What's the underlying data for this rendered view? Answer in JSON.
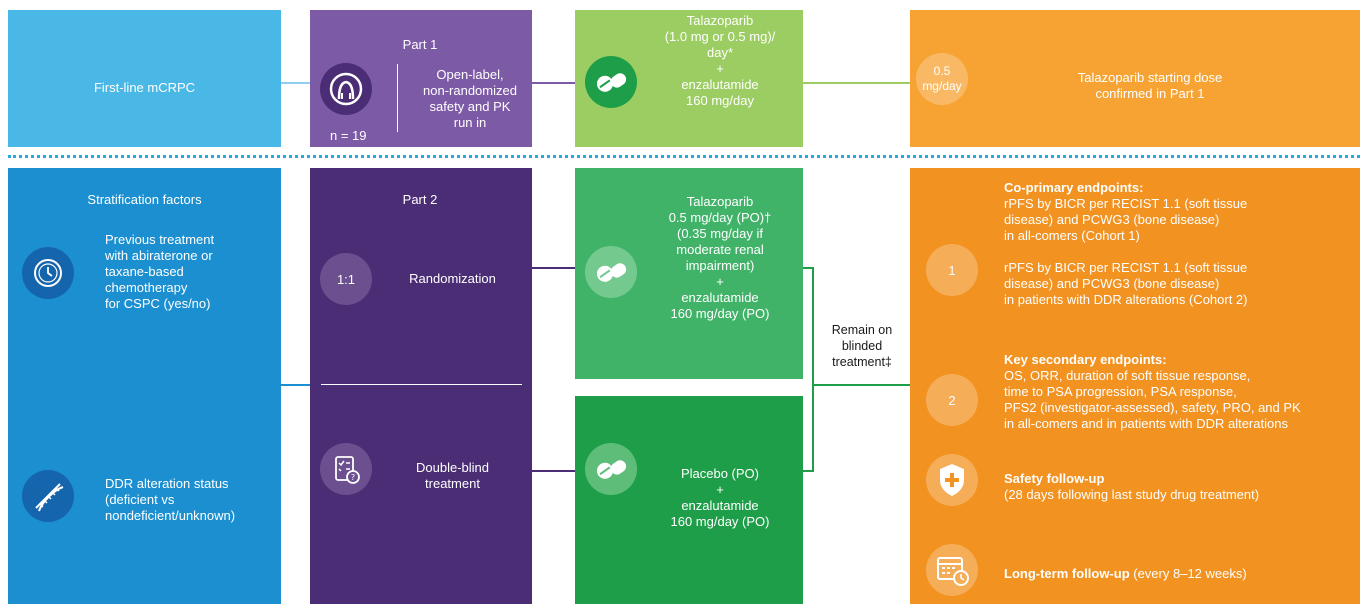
{
  "colors": {
    "light_blue": "#4ab8e6",
    "mid_blue": "#1b8fd0",
    "dark_blue": "#1565ad",
    "purple": "#7d5aa6",
    "dark_purple": "#4a2d74",
    "lime": "#9ccd63",
    "green": "#40b369",
    "dark_green": "#1e9e48",
    "orange": "#f6a333",
    "orange_dark": "#f29221",
    "dotted_line": "#2aa7dd"
  },
  "part1": {
    "population": "First-line mCRPC",
    "label": "Part 1",
    "n": "n = 19",
    "design": [
      "Open-label,",
      "non-randomized",
      "safety and PK",
      "run in"
    ],
    "treatment": [
      "Talazoparib",
      "(1.0 mg or 0.5 mg)/",
      "day*",
      "+",
      "enzalutamide",
      "160 mg/day"
    ],
    "dose_circle": [
      "0.5",
      "mg/day"
    ],
    "outcome": [
      "Talazoparib starting dose",
      "confirmed in Part 1"
    ]
  },
  "part2": {
    "stratification_title": "Stratification factors",
    "strat_factor_1": [
      "Previous treatment",
      "with abiraterone or",
      "taxane-based",
      "chemotherapy",
      "for CSPC (yes/no)"
    ],
    "strat_factor_2": [
      "DDR alteration status",
      "(deficient vs",
      "nondeficient/unknown)"
    ],
    "label": "Part 2",
    "ratio": "1:1",
    "randomization": "Randomization",
    "double_blind": [
      "Double-blind",
      "treatment"
    ],
    "arm_talazoparib": [
      "Talazoparib",
      "0.5 mg/day (PO)†",
      "(0.35 mg/day if",
      "moderate renal",
      "impairment)",
      "+",
      "enzalutamide",
      "160 mg/day (PO)"
    ],
    "arm_placebo": [
      "Placebo (PO)",
      "+",
      "enzalutamide",
      "160 mg/day (PO)"
    ],
    "remain": [
      "Remain on",
      "blinded",
      "treatment‡"
    ],
    "endpoint_num_1": "1",
    "endpoint_num_2": "2",
    "coprimary_title": "Co-primary endpoints:",
    "coprimary_a": [
      "rPFS by BICR per RECIST 1.1 (soft tissue",
      "disease) and PCWG3 (bone disease)",
      "in all-comers (Cohort 1)"
    ],
    "coprimary_b": [
      "rPFS by BICR per RECIST 1.1 (soft tissue",
      "disease) and PCWG3 (bone disease)",
      "in patients with DDR alterations (Cohort 2)"
    ],
    "secondary_title": "Key secondary endpoints:",
    "secondary": [
      "OS, ORR, duration of soft tissue response,",
      "time to PSA progression, PSA response,",
      "PFS2 (investigator-assessed), safety, PRO, and PK",
      "in all-comers and in patients with DDR alterations"
    ],
    "safety_title": "Safety follow-up",
    "safety_text": "(28 days following last study drug treatment)",
    "longterm_title": "Long-term follow-up",
    "longterm_text": " (every 8–12 weeks)"
  }
}
